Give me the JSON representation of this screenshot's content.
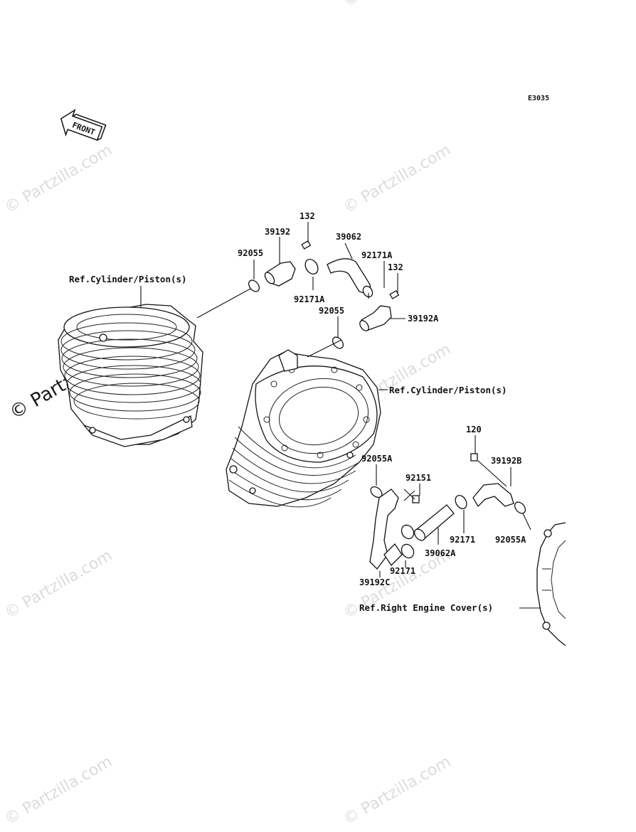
{
  "diagram_code": "E3035",
  "front_label": "FRONT",
  "watermark": "© Partzilla.com",
  "references": {
    "cyl_left": "Ref.Cylinder/Piston(s)",
    "cyl_right": "Ref.Cylinder/Piston(s)",
    "engine_cover": "Ref.Right Engine Cover(s)"
  },
  "parts": {
    "p132_top": "132",
    "p39192": "39192",
    "p39062": "39062",
    "p92055_top": "92055",
    "p92171A_right": "92171A",
    "p132_right": "132",
    "p92171A_bottom": "92171A",
    "p92055_mid": "92055",
    "p39192A": "39192A",
    "p120": "120",
    "p39192B": "39192B",
    "p92055A_left": "92055A",
    "p92151": "92151",
    "p92171_mid": "92171",
    "p39062A": "39062A",
    "p92055A_right": "92055A",
    "p92171_bottom": "92171",
    "p39192C": "39192C"
  }
}
